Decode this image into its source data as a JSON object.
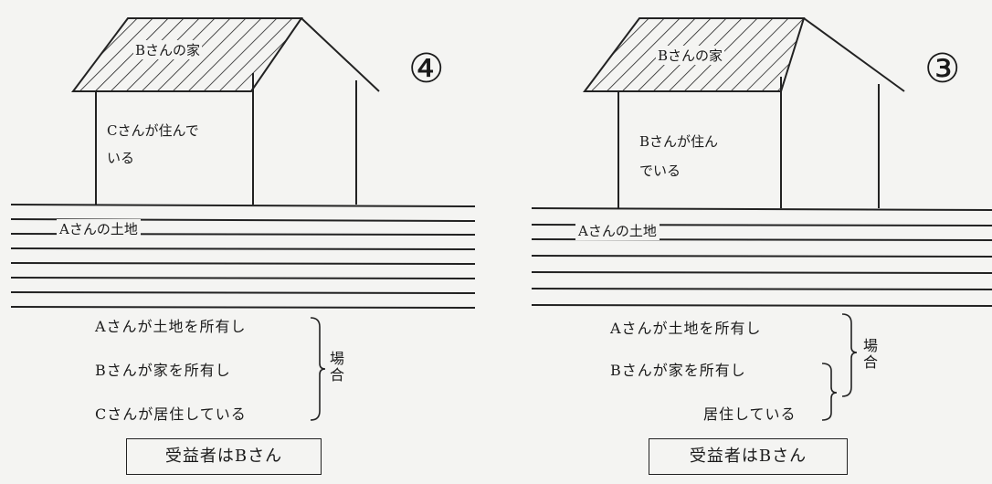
{
  "figures": [
    {
      "number": "④",
      "roof_label": "Bさんの家",
      "wall_text": [
        "Cさんが住んで",
        "いる"
      ],
      "land_label": "Aさんの土地",
      "conditions": [
        "Aさんが土地を所有し",
        "Bさんが家を所有し",
        "Cさんが居住している"
      ],
      "case_label": "場合",
      "beneficiary": "受益者はBさん"
    },
    {
      "number": "③",
      "roof_label": "Bさんの家",
      "wall_text": [
        "Bさんが住ん",
        "でいる"
      ],
      "land_label": "Aさんの土地",
      "conditions": [
        "Aさんが土地を所有し",
        "Bさんが家を所有し",
        "居住している"
      ],
      "case_label": "場合",
      "beneficiary": "受益者はBさん"
    }
  ]
}
